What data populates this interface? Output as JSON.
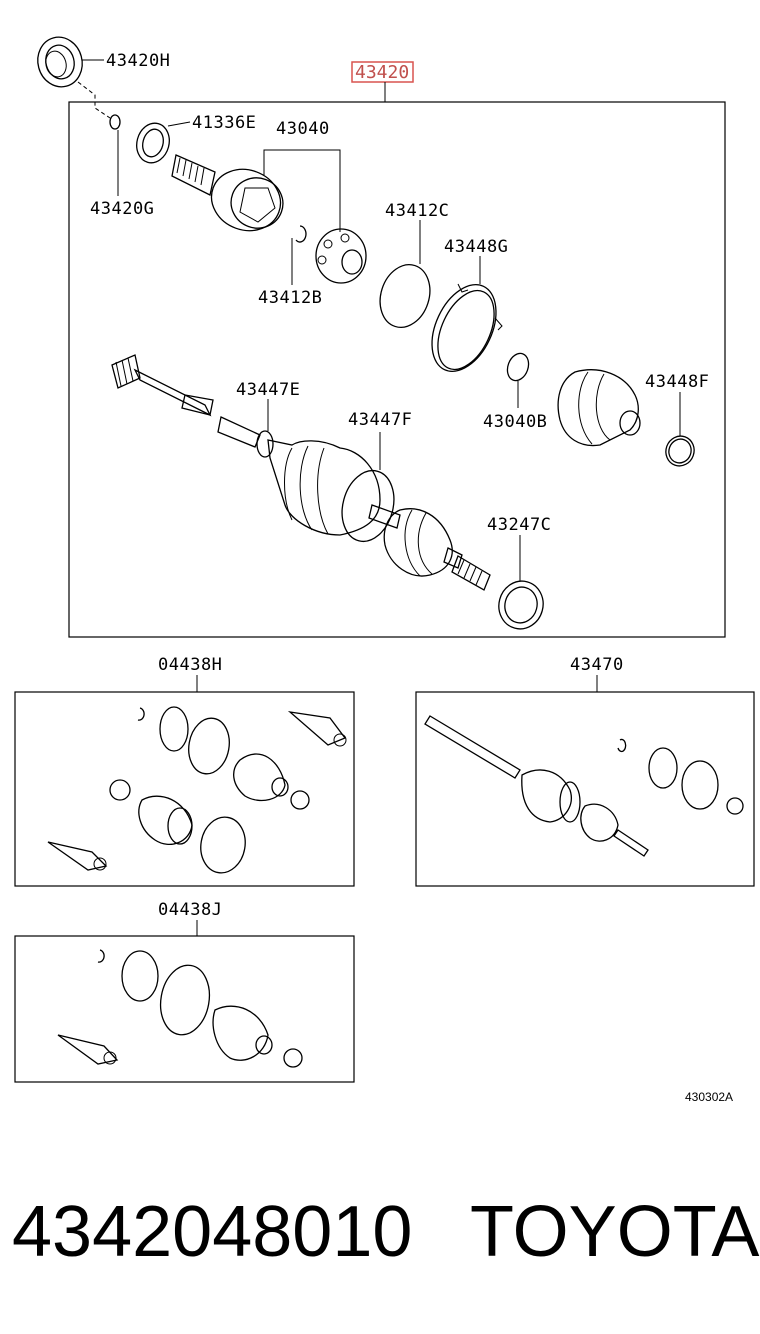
{
  "main_assembly": {
    "part_number": "43420",
    "highlight_color": "#d9534f",
    "labels": {
      "seal": "43420H",
      "snap_ring_g": "43420G",
      "ring_e": "41336E",
      "outer_joint": "43040",
      "boot_clamp_c": "43412C",
      "snap_ring_b": "43412B",
      "clamp_g": "43448G",
      "ring_e2": "43447E",
      "ring_f": "43447F",
      "snap_ring_040b": "43040B",
      "clamp_f": "43448F",
      "ring_c": "43247C"
    }
  },
  "kits": {
    "kit_h": "04438H",
    "kit_470": "43470",
    "kit_j": "04438J"
  },
  "drawing_code": "430302A",
  "footer": {
    "part_number": "4342048010",
    "brand": "TOYOTA"
  }
}
